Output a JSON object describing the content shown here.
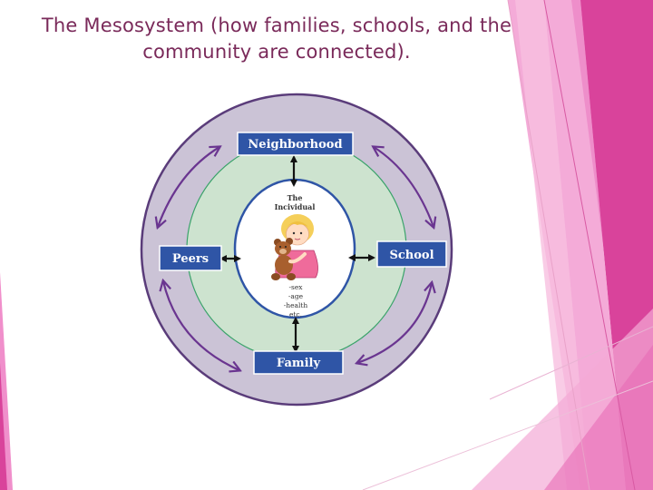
{
  "slide": {
    "title": "The Mesosystem (how families, schools, and the community are connected)."
  },
  "diagram": {
    "nodes": {
      "top": "Neighborhood",
      "left": "Peers",
      "right": "School",
      "bottom": "Family"
    },
    "individual": {
      "label_line1": "The",
      "label_line2": "Incividual",
      "attrs": [
        "-sex",
        "-age",
        "-health",
        "etc."
      ]
    },
    "colors": {
      "outer_ring": "#cbc3d6",
      "inner_ring": "#cde3cf",
      "center": "#ffffff",
      "box": "#2f55a6",
      "curved_arrows": "#6a3590",
      "accent_pink": "#e04f9c",
      "title": "#7a2a5a"
    }
  }
}
